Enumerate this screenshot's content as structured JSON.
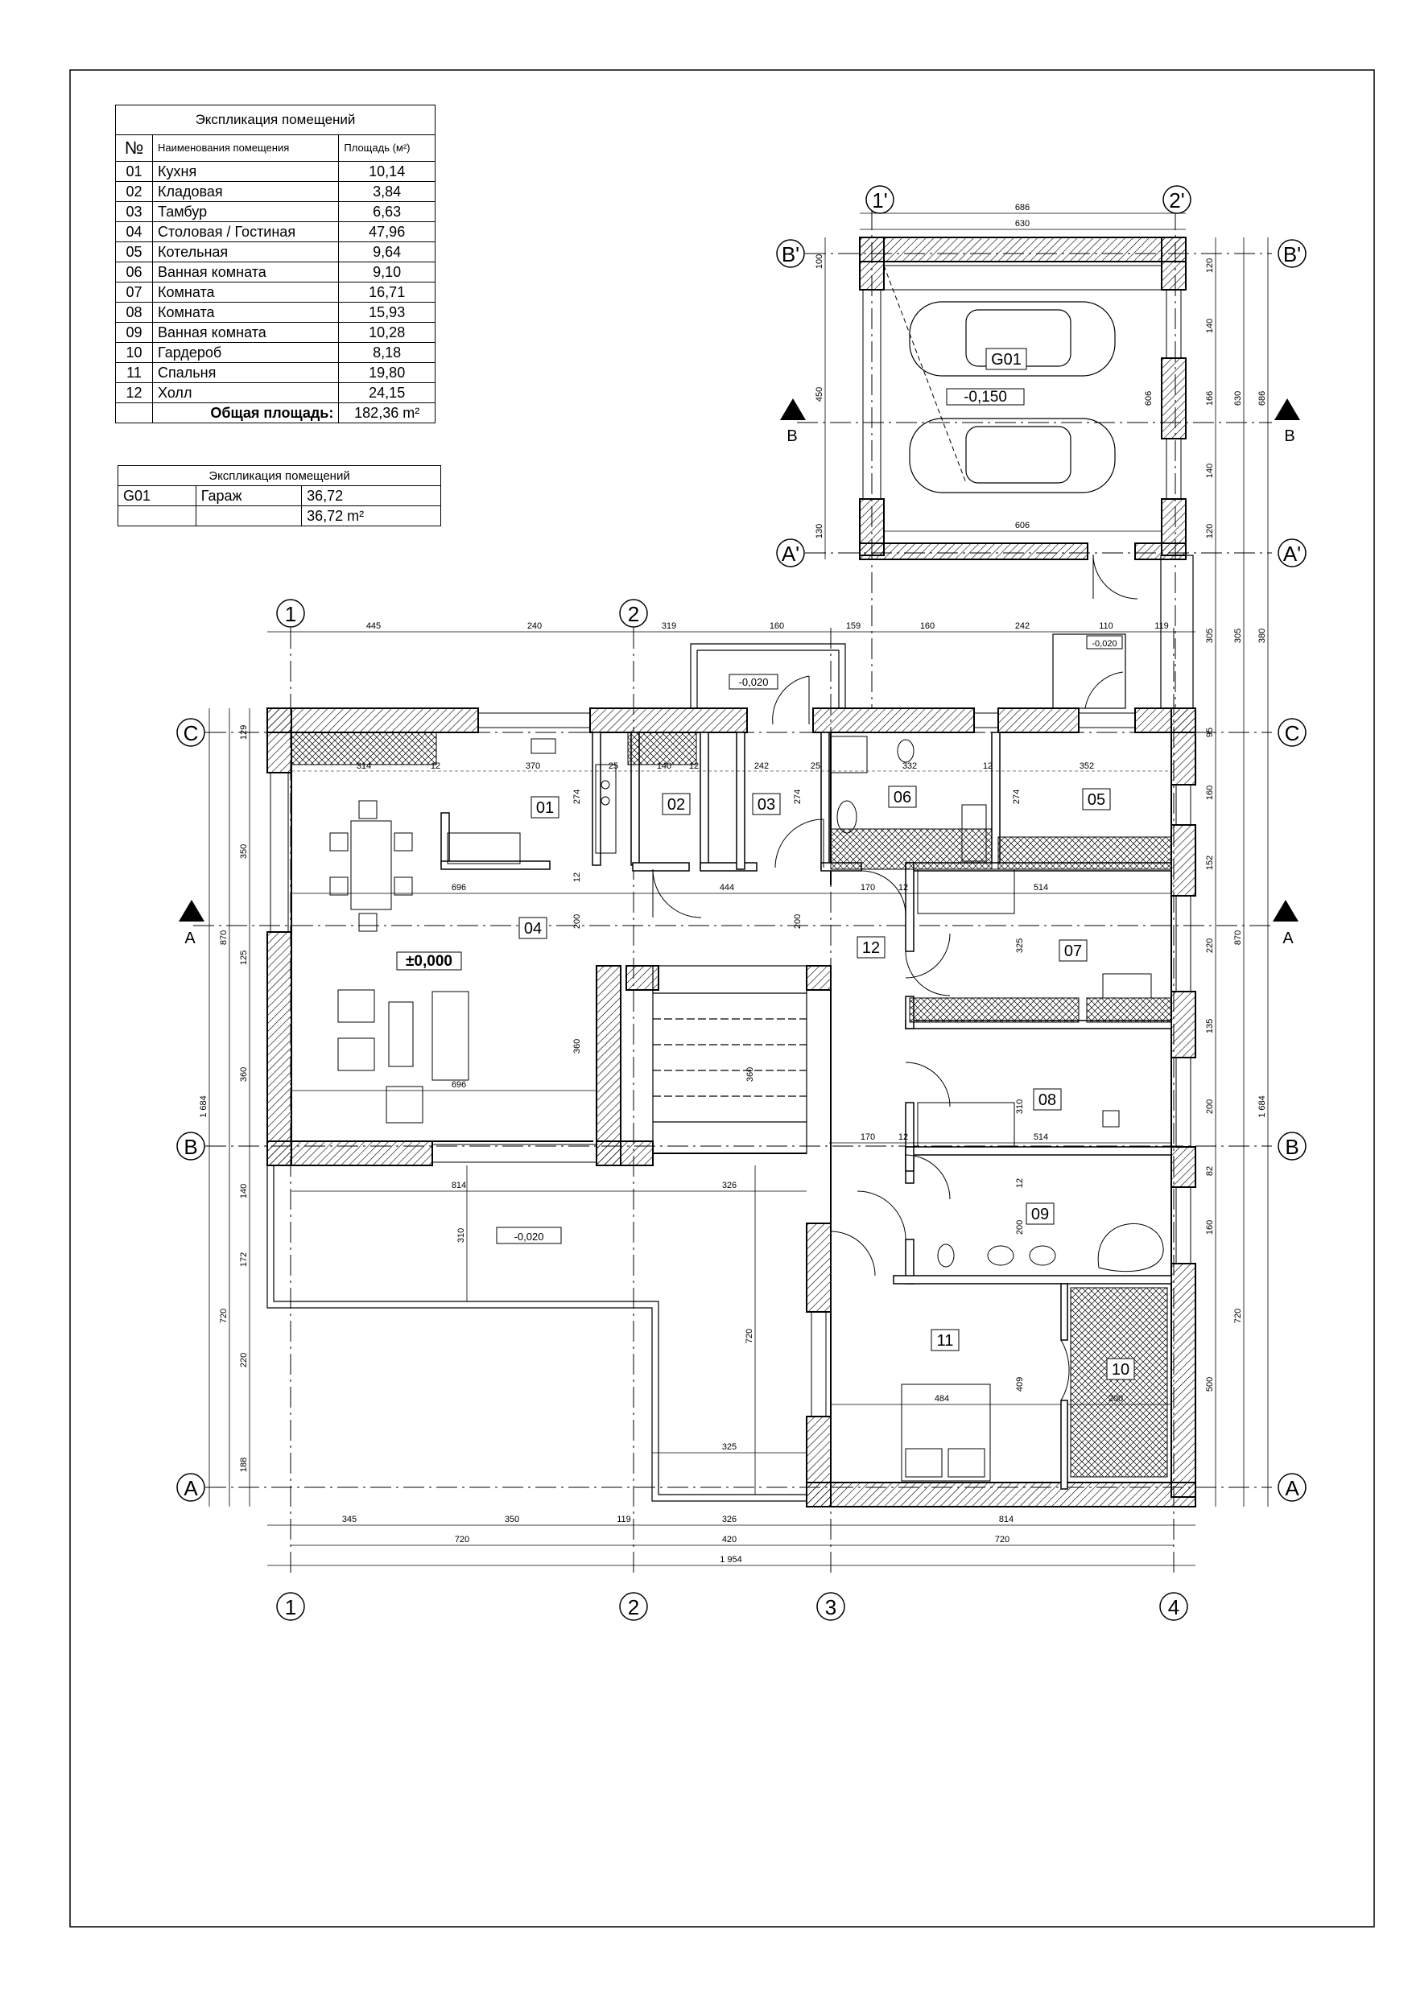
{
  "explication_main": {
    "title": "Экспликация помещений",
    "col_no": "№",
    "col_name": "Наименования помещения",
    "col_area": "Площадь (м²)",
    "rows": [
      {
        "no": "01",
        "name": "Кухня",
        "area": "10,14"
      },
      {
        "no": "02",
        "name": "Кладовая",
        "area": "3,84"
      },
      {
        "no": "03",
        "name": "Тамбур",
        "area": "6,63"
      },
      {
        "no": "04",
        "name": "Столовая / Гостиная",
        "area": "47,96"
      },
      {
        "no": "05",
        "name": "Котельная",
        "area": "9,64"
      },
      {
        "no": "06",
        "name": "Ванная комната",
        "area": "9,10"
      },
      {
        "no": "07",
        "name": "Комната",
        "area": "16,71"
      },
      {
        "no": "08",
        "name": "Комната",
        "area": "15,93"
      },
      {
        "no": "09",
        "name": "Ванная комната",
        "area": "10,28"
      },
      {
        "no": "10",
        "name": "Гардероб",
        "area": "8,18"
      },
      {
        "no": "11",
        "name": "Спальня",
        "area": "19,80"
      },
      {
        "no": "12",
        "name": "Холл",
        "area": "24,15"
      }
    ],
    "total_label": "Общая площадь:",
    "total_value": "182,36 m²"
  },
  "explication_garage": {
    "title": "Экспликация помещений",
    "code": "G01",
    "name": "Гараж",
    "area": "36,72",
    "total": "36,72 m²"
  },
  "axes": {
    "vertical": [
      "1",
      "2",
      "3",
      "4"
    ],
    "horizontal": [
      "A",
      "B",
      "C"
    ],
    "garage_vertical": [
      "1'",
      "2'"
    ],
    "garage_horizontal": [
      "A'",
      "B'"
    ]
  },
  "sections": {
    "a": "A",
    "b": "B"
  },
  "rooms": {
    "r01": "01",
    "r02": "02",
    "r03": "03",
    "r04": "04",
    "r05": "05",
    "r06": "06",
    "r07": "07",
    "r08": "08",
    "r09": "09",
    "r10": "10",
    "r11": "11",
    "r12": "12",
    "g01": "G01"
  },
  "levels": {
    "main": "±0,000",
    "garage": "-0,150",
    "terrace": "-0,020",
    "entrance": "-0,020",
    "garage_porch": "-0,020"
  },
  "dims": {
    "top_row": [
      "445",
      "240",
      "319",
      "160",
      "159",
      "160",
      "242",
      "110",
      "119"
    ],
    "bottom_row1": [
      "345",
      "350",
      "119",
      "326",
      "814"
    ],
    "bottom_row2": [
      "720",
      "420",
      "720"
    ],
    "bottom_total": "1 954",
    "left_col": [
      "129",
      "350",
      "125",
      "360",
      "140",
      "172",
      "220",
      "188"
    ],
    "left_mid": [
      "870",
      "720"
    ],
    "left_total": "1 684",
    "right_col": [
      "95",
      "160",
      "152",
      "220",
      "135",
      "200",
      "82",
      "160",
      "500"
    ],
    "right_mid": [
      "870",
      "720"
    ],
    "right_total": "1 684",
    "right_top": [
      "305",
      "305"
    ],
    "right_top_total": "380",
    "garage_top": [
      "686",
      "630"
    ],
    "garage_bottom": "606",
    "garage_left": [
      "100",
      "450",
      "130"
    ],
    "garage_right": [
      "120",
      "140",
      "166",
      "140",
      "120"
    ],
    "garage_right_mid": [
      "630",
      "606"
    ],
    "garage_right_total": "686",
    "interior": {
      "w314": "314",
      "w12a": "12",
      "w370": "370",
      "w25a": "25",
      "w140": "140",
      "w12b": "12",
      "w242": "242",
      "w25b": "25",
      "w332": "332",
      "w12c": "12",
      "w352": "352",
      "w696a": "696",
      "w444": "444",
      "w170a": "170",
      "w12d": "12",
      "w514a": "514",
      "w696b": "696",
      "w170b": "170",
      "w12e": "12",
      "w514b": "514",
      "w814": "814",
      "w326": "326",
      "w325": "325",
      "w484": "484",
      "w200": "200",
      "h274a": "274",
      "h274b": "274",
      "h274c": "274",
      "h200a": "200",
      "h200b": "200",
      "h360a": "360",
      "h360b": "360",
      "h325": "325",
      "h310a": "310",
      "h310b": "310",
      "h200c": "200",
      "h409": "409",
      "h720": "720",
      "h12a": "12",
      "h12b": "12"
    }
  }
}
